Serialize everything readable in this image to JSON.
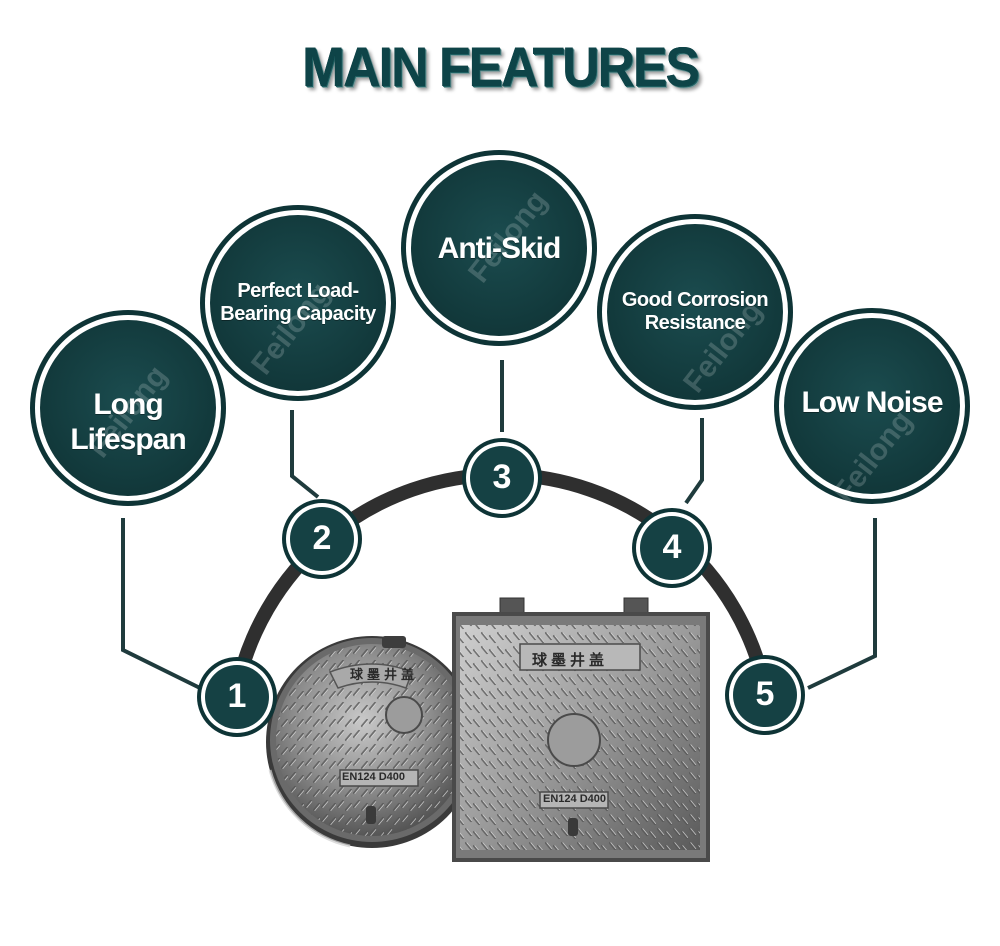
{
  "title": "MAIN FEATURES",
  "watermark": "Feilong",
  "features": [
    {
      "number": "1",
      "label": "Long Lifespan"
    },
    {
      "number": "2",
      "label": "Perfect Load-\nBearing Capacity"
    },
    {
      "number": "3",
      "label": "Anti-Skid"
    },
    {
      "number": "4",
      "label": "Good Corrosion\nResistance"
    },
    {
      "number": "5",
      "label": "Low Noise"
    }
  ],
  "round_cover": {
    "plate_text": "球墨井盖",
    "spec_text": "EN124 D400"
  },
  "square_cover": {
    "plate_text": "球墨井盖",
    "spec_text": "EN124 D400"
  },
  "colors": {
    "circle_fill": "#154144",
    "circle_ring": "#ffffff",
    "outer_ring": "#0e3436",
    "arc": "#2f2f2f",
    "connector": "#1f3b3d",
    "title": "#0e4448"
  }
}
